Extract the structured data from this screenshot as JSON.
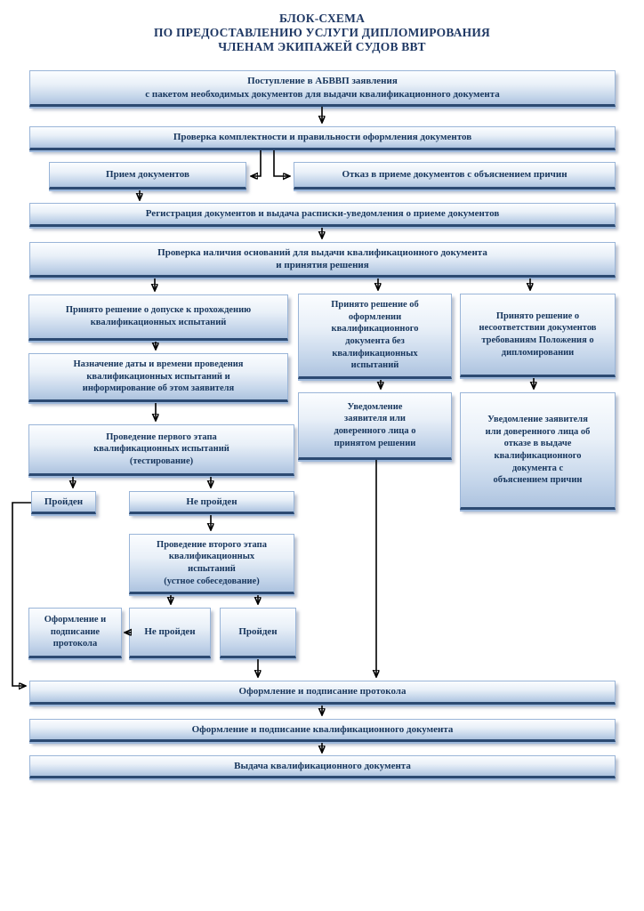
{
  "title": {
    "line1": "БЛОК-СХЕМА",
    "line2": "ПО ПРЕДОСТАВЛЕНИЮ УСЛУГИ ДИПЛОМИРОВАНИЯ",
    "line3": "ЧЛЕНАМ ЭКИПАЖЕЙ СУДОВ ВВТ"
  },
  "colors": {
    "title_text": "#1f3864",
    "box_text": "#17365d",
    "box_border": "#9ab5d8",
    "box_bottom_edge": "#2c4a72",
    "box_fill_top": "#fbfdff",
    "box_fill_bottom": "#adc3df",
    "arrow": "#000000",
    "page_background": "#ffffff"
  },
  "nodes": {
    "intake": "Поступление в АБВВП заявления\nс пакетом необходимых документов для выдачи квалификационного документа",
    "check_completeness": "Проверка комплектности и правильности оформления документов",
    "accept": "Прием документов",
    "refuse": "Отказ в приеме документов с объяснением причин",
    "register": "Регистрация документов и выдача расписки-уведомления о приеме документов",
    "check_grounds": "Проверка наличия оснований для выдачи квалификационного документа\nи принятия решения",
    "decision_admit": "Принято решение о допуске к прохождению\nквалификационных испытаний",
    "schedule": "Назначение даты и времени проведения\nквалификационных испытаний и\nинформирование об этом заявителя",
    "stage1": "Проведение первого этапа\nквалификационных испытаний\n(тестирование)",
    "passed1": "Пройден",
    "failed1": "Не пройден",
    "stage2": "Проведение второго этапа\nквалификационных\nиспытаний\n(устное собеседование)",
    "protocol_small": "Оформление и\nподписание\nпротокола",
    "failed2": "Не пройден",
    "passed2": "Пройден",
    "decision_no_exam": "Принято решение об\nоформлении\nквалификационного\nдокумента без\nквалификационных\nиспытаний",
    "decision_mismatch": "Принято решение о\nнесоответствии документов\nтребованиям Положения о\nдипломировании",
    "notify_decision": "Уведомление\nзаявителя или\nдоверенного лица о\nпринятом решении",
    "notify_refusal": "Уведомление заявителя\nили доверенного лица об\nотказе в выдаче\nквалификационного\nдокумента с\nобъяснением причин",
    "protocol_big": "Оформление и подписание протокола",
    "qualdoc_sign": "Оформление и подписание квалификационного документа",
    "qualdoc_issue": "Выдача квалификационного документа"
  }
}
